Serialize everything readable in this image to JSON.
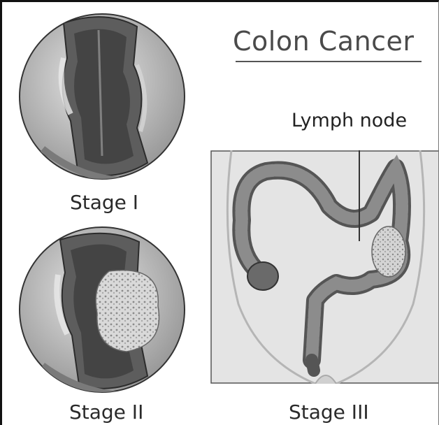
{
  "figure": {
    "title": "Colon Cancer",
    "callout_label": "Lymph node",
    "stages": [
      {
        "label": "Stage I"
      },
      {
        "label": "Stage II"
      },
      {
        "label": "Stage III"
      }
    ]
  }
}
